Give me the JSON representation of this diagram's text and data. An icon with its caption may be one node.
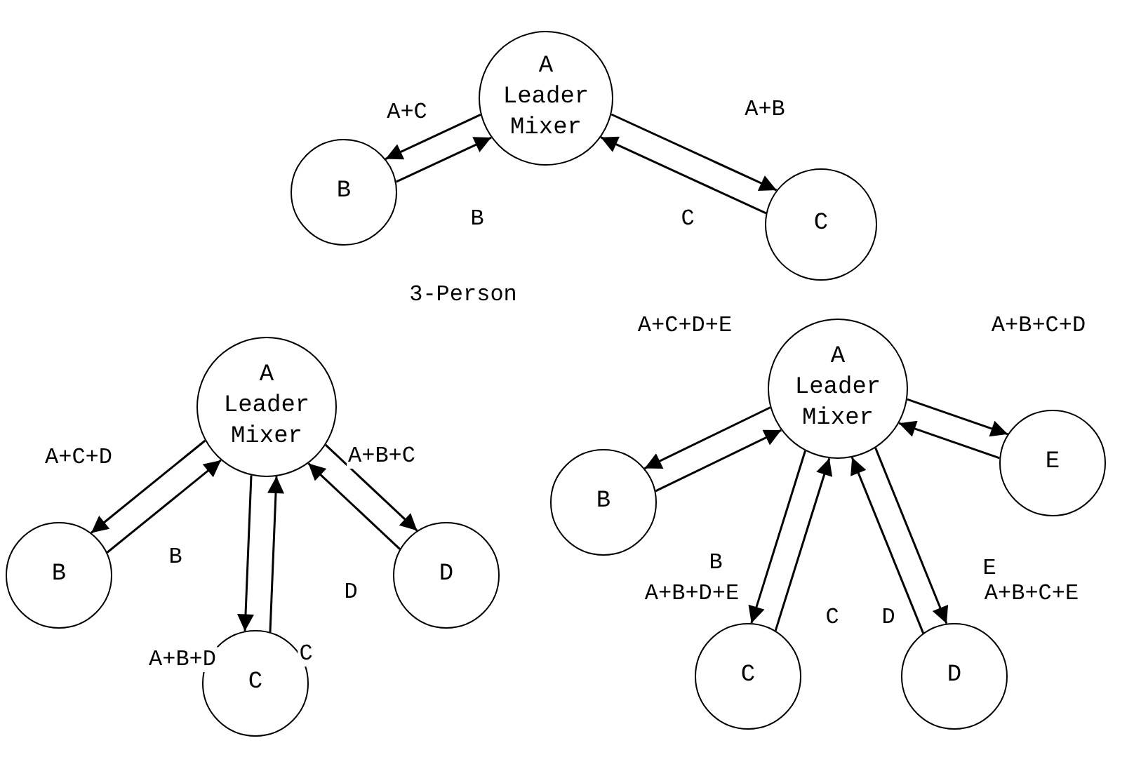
{
  "diagram": {
    "nodes": [
      {
        "text": [
          "A Leader Mixer"
        ]
      },
      {
        "text": [
          "B"
        ]
      },
      {
        "text": [
          "C"
        ]
      },
      {
        "text": [
          "A Leader Mixer"
        ]
      },
      {
        "text": [
          "B"
        ]
      },
      {
        "text": [
          "C"
        ]
      },
      {
        "text": [
          "D"
        ]
      },
      {
        "text": [
          "A Leader Mixer"
        ]
      },
      {
        "text": [
          "B"
        ]
      },
      {
        "text": [
          "E"
        ]
      },
      {
        "text": [
          "C"
        ]
      },
      {
        "text": [
          "D"
        ]
      }
    ],
    "edges": [
      {
        "from": 0,
        "to": 1,
        "arrow": "to",
        "label": "A+C"
      },
      {
        "from": 1,
        "to": 0,
        "arrow": "to",
        "label": "B"
      },
      {
        "from": 0,
        "to": 2,
        "arrow": "to",
        "label": "A+B"
      },
      {
        "from": 2,
        "to": 0,
        "arrow": "to",
        "label": "C"
      },
      {
        "from": 3,
        "to": 4,
        "arrow": "to",
        "label": "A+C+D"
      },
      {
        "from": 4,
        "to": 3,
        "arrow": "to",
        "label": "B"
      },
      {
        "from": 3,
        "to": 5,
        "arrow": "to",
        "label": "A+B+D"
      },
      {
        "from": 5,
        "to": 3,
        "arrow": "to",
        "label": "C"
      },
      {
        "from": 3,
        "to": 6,
        "arrow": "to",
        "label": "A+B+C"
      },
      {
        "from": 6,
        "to": 3,
        "arrow": "to",
        "label": "D"
      },
      {
        "from": 7,
        "to": 8,
        "arrow": "to",
        "label": "A+C+D+E"
      },
      {
        "from": 8,
        "to": 7,
        "arrow": "to",
        "label": "B"
      },
      {
        "from": 7,
        "to": 9,
        "arrow": "to",
        "label": "A+B+C+D"
      },
      {
        "from": 9,
        "to": 7,
        "arrow": "to",
        "label": "E"
      },
      {
        "from": 7,
        "to": 10,
        "arrow": "to",
        "label": "A+B+D+E"
      },
      {
        "from": 10,
        "to": 7,
        "arrow": "to",
        "label": "C"
      },
      {
        "from": 7,
        "to": 11,
        "arrow": "to",
        "label": "A+B+C+E"
      },
      {
        "from": 11,
        "to": 7,
        "arrow": "to",
        "label": "D"
      }
    ],
    "labels": [
      "3-Person"
    ]
  }
}
